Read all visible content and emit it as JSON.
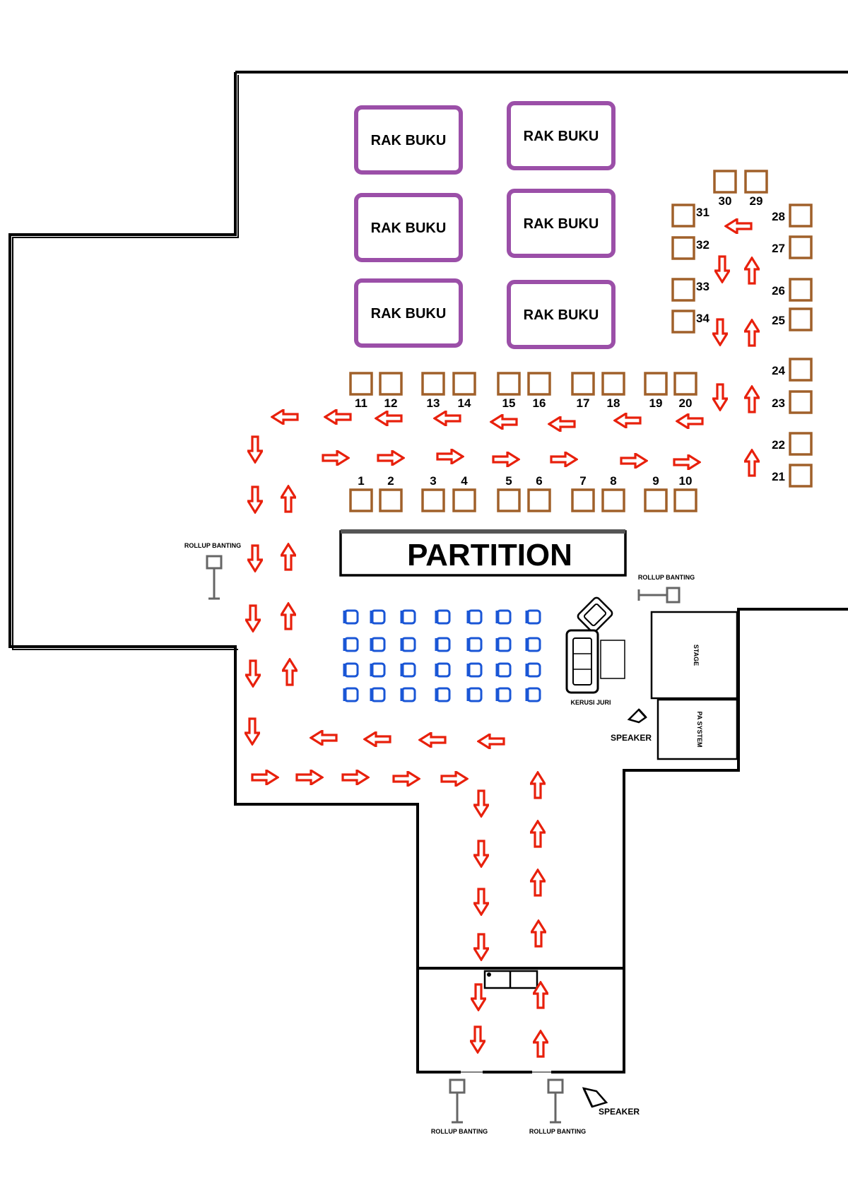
{
  "racks": [
    "RAK BUKU",
    "RAK BUKU",
    "RAK BUKU",
    "RAK BUKU",
    "RAK BUKU",
    "RAK BUKU"
  ],
  "booths": [
    "1",
    "2",
    "3",
    "4",
    "5",
    "6",
    "7",
    "8",
    "9",
    "10",
    "11",
    "12",
    "13",
    "14",
    "15",
    "16",
    "17",
    "18",
    "19",
    "20",
    "21",
    "22",
    "23",
    "24",
    "25",
    "26",
    "27",
    "28",
    "29",
    "30",
    "31",
    "32",
    "33",
    "34"
  ],
  "partition": "PARTITION",
  "stage": "STAGE",
  "pa_system": "PA SYSTEM",
  "jury_chairs": "KERUSI JURI",
  "speaker": "SPEAKER",
  "rollup_banner": "ROLLUP BANTING",
  "colors": {
    "walls": "#000000",
    "rack": "#9b4fa8",
    "booth": "#a0602a",
    "arrow": "#e8200c",
    "audience_chair": "#1a56d6",
    "banner_stand": "#666666"
  },
  "icons": [
    "arrow-left-icon",
    "arrow-right-icon",
    "arrow-up-icon",
    "arrow-down-icon",
    "sofa-icon",
    "armchair-icon",
    "speaker-icon",
    "banner-stand-icon",
    "chair-icon"
  ]
}
